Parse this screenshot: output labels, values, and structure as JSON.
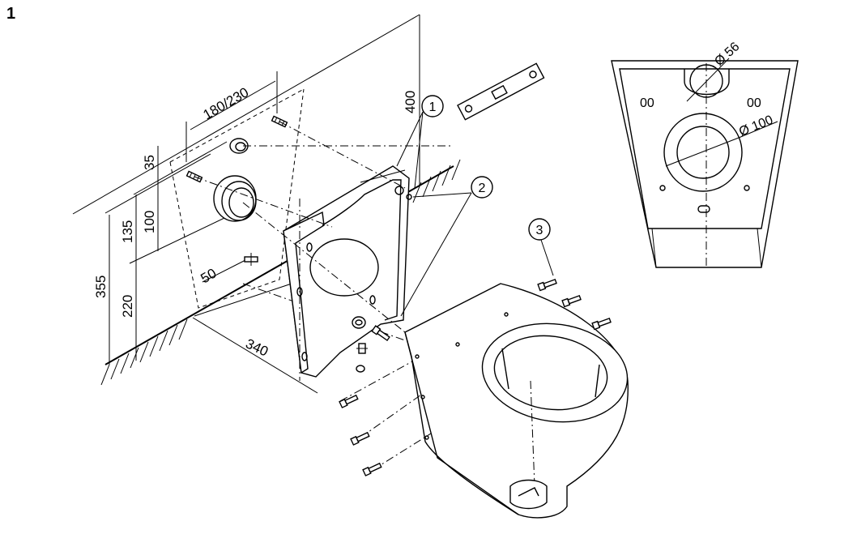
{
  "page": {
    "number": "1"
  },
  "dimensions": {
    "top_spacing": "180/230",
    "height_400": "400",
    "height_35": "35",
    "height_100": "100",
    "height_135": "135",
    "height_355": "355",
    "height_220": "220",
    "offset_50": "50",
    "depth_340": "340"
  },
  "callouts": [
    "1",
    "2",
    "3"
  ],
  "detail_view": {
    "diameter_small": "Ø 56",
    "diameter_large": "Ø 100",
    "slot_left": "00",
    "slot_right": "00"
  }
}
